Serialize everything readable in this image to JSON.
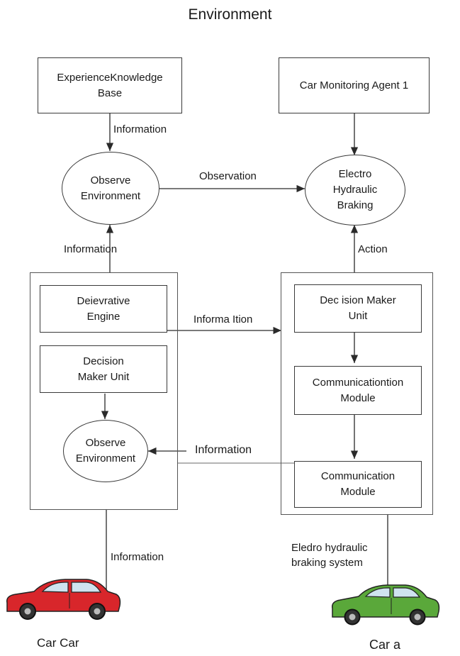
{
  "title": "Environment",
  "nodes": {
    "experience_kb": "ExperienceKnowledge\nBase",
    "monitoring_agent": "Car Monitoring Agent 1",
    "observe_env_top": "Observe\nEnvironment",
    "ehb": "Electro\nHydraulic\nBraking",
    "deievrative_engine": "Deievrative\nEngine",
    "decision_maker_left": "Decision\nMaker Unit",
    "observe_env_bottom": "Observe\nEnvironment",
    "decision_maker_right": "Dec ision Maker\nUnit",
    "comm_module_1": "Communicationtion\nModule",
    "comm_module_2": "Communication\nModule"
  },
  "edges": {
    "kb_to_observe": "Information",
    "observe_to_ehb": "Observation",
    "left_to_observe": "Information",
    "action": "Action",
    "left_to_right": "Informa Ition",
    "comm_to_observe": "Information",
    "car_left_info": "Information",
    "ehb_system": "Eledro hydraulic\nbraking system"
  },
  "cars": {
    "left": {
      "label": "Car Car",
      "color": "#d8262b"
    },
    "right": {
      "label": "Car a",
      "color": "#5aa83a"
    }
  }
}
